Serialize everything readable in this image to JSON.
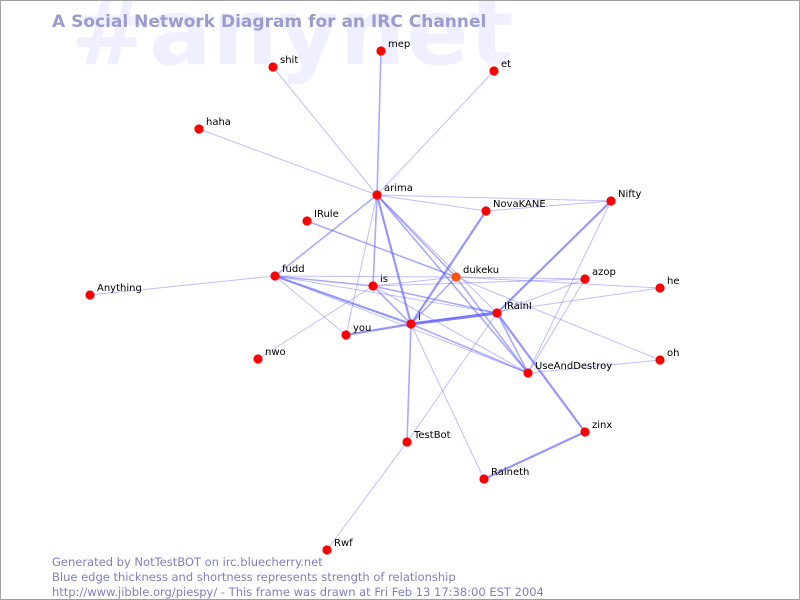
{
  "title": "A Social Network Diagram for an IRC Channel",
  "watermark": "#anynet",
  "footer": {
    "line1": "Generated by NotTestBOT on irc.bluecherry.net",
    "line2": "Blue edge thickness and shortness represents strength of relationship",
    "line3": "http://www.jibble.org/piespy/ - This frame was drawn at Fri Feb 13 17:38:00 EST 2004"
  },
  "colors": {
    "node": "#ff0000",
    "node_highlight": "#ff5500",
    "edge": "#5555ff",
    "title": "#9b9bcf",
    "watermark": "#efefff",
    "footer": "#7f7fbf"
  },
  "nodes": [
    {
      "id": "shit",
      "label": "shit"
    },
    {
      "id": "mep",
      "label": "mep"
    },
    {
      "id": "et",
      "label": "et"
    },
    {
      "id": "haha",
      "label": "haha"
    },
    {
      "id": "arima",
      "label": "arima"
    },
    {
      "id": "NovaKANE",
      "label": "NovaKANE"
    },
    {
      "id": "Nifty",
      "label": "Nifty"
    },
    {
      "id": "IRule",
      "label": "IRule"
    },
    {
      "id": "fudd",
      "label": "fudd"
    },
    {
      "id": "is",
      "label": "is"
    },
    {
      "id": "dukeku",
      "label": "dukeku",
      "highlight": true
    },
    {
      "id": "azop",
      "label": "azop"
    },
    {
      "id": "he",
      "label": "he"
    },
    {
      "id": "Anything",
      "label": "Anything"
    },
    {
      "id": "IRainI",
      "label": "IRainI"
    },
    {
      "id": "i",
      "label": "i"
    },
    {
      "id": "you",
      "label": "you"
    },
    {
      "id": "nwo",
      "label": "nwo"
    },
    {
      "id": "oh",
      "label": "oh"
    },
    {
      "id": "UseAndDestroy",
      "label": "UseAndDestroy"
    },
    {
      "id": "zinx",
      "label": "zinx"
    },
    {
      "id": "TestBot",
      "label": "TestBot"
    },
    {
      "id": "Raineth",
      "label": "Raineth"
    },
    {
      "id": "Rwf",
      "label": "Rwf"
    }
  ],
  "edges": [
    {
      "from": "arima",
      "to": "shit",
      "strength": 1
    },
    {
      "from": "arima",
      "to": "mep",
      "strength": 2
    },
    {
      "from": "arima",
      "to": "et",
      "strength": 1
    },
    {
      "from": "arima",
      "to": "haha",
      "strength": 1
    },
    {
      "from": "arima",
      "to": "NovaKANE",
      "strength": 1
    },
    {
      "from": "arima",
      "to": "Nifty",
      "strength": 1
    },
    {
      "from": "arima",
      "to": "fudd",
      "strength": 2
    },
    {
      "from": "arima",
      "to": "is",
      "strength": 2
    },
    {
      "from": "arima",
      "to": "dukeku",
      "strength": 2
    },
    {
      "from": "arima",
      "to": "i",
      "strength": 3
    },
    {
      "from": "arima",
      "to": "you",
      "strength": 1
    },
    {
      "from": "arima",
      "to": "UseAndDestroy",
      "strength": 2
    },
    {
      "from": "arima",
      "to": "IRainI",
      "strength": 1
    },
    {
      "from": "IRule",
      "to": "dukeku",
      "strength": 2
    },
    {
      "from": "fudd",
      "to": "is",
      "strength": 2
    },
    {
      "from": "fudd",
      "to": "dukeku",
      "strength": 1
    },
    {
      "from": "fudd",
      "to": "i",
      "strength": 3
    },
    {
      "from": "fudd",
      "to": "you",
      "strength": 1
    },
    {
      "from": "fudd",
      "to": "IRainI",
      "strength": 1
    },
    {
      "from": "fudd",
      "to": "UseAndDestroy",
      "strength": 1
    },
    {
      "from": "Anything",
      "to": "fudd",
      "strength": 1
    },
    {
      "from": "nwo",
      "to": "is",
      "strength": 1
    },
    {
      "from": "is",
      "to": "dukeku",
      "strength": 1
    },
    {
      "from": "is",
      "to": "azop",
      "strength": 1
    },
    {
      "from": "is",
      "to": "i",
      "strength": 2
    },
    {
      "from": "is",
      "to": "IRainI",
      "strength": 2
    },
    {
      "from": "is",
      "to": "UseAndDestroy",
      "strength": 1
    },
    {
      "from": "NovaKANE",
      "to": "i",
      "strength": 3
    },
    {
      "from": "NovaKANE",
      "to": "Nifty",
      "strength": 1
    },
    {
      "from": "dukeku",
      "to": "azop",
      "strength": 1
    },
    {
      "from": "dukeku",
      "to": "he",
      "strength": 1
    },
    {
      "from": "dukeku",
      "to": "i",
      "strength": 2
    },
    {
      "from": "dukeku",
      "to": "UseAndDestroy",
      "strength": 2
    },
    {
      "from": "dukeku",
      "to": "oh",
      "strength": 1
    },
    {
      "from": "Nifty",
      "to": "IRainI",
      "strength": 3
    },
    {
      "from": "Nifty",
      "to": "UseAndDestroy",
      "strength": 1
    },
    {
      "from": "IRainI",
      "to": "i",
      "strength": 4
    },
    {
      "from": "IRainI",
      "to": "zinx",
      "strength": 3
    },
    {
      "from": "IRainI",
      "to": "azop",
      "strength": 1
    },
    {
      "from": "IRainI",
      "to": "UseAndDestroy",
      "strength": 2
    },
    {
      "from": "IRainI",
      "to": "TestBot",
      "strength": 1
    },
    {
      "from": "i",
      "to": "you",
      "strength": 3
    },
    {
      "from": "i",
      "to": "TestBot",
      "strength": 2
    },
    {
      "from": "i",
      "to": "Raineth",
      "strength": 1
    },
    {
      "from": "i",
      "to": "UseAndDestroy",
      "strength": 2
    },
    {
      "from": "i",
      "to": "he",
      "strength": 1
    },
    {
      "from": "azop",
      "to": "UseAndDestroy",
      "strength": 1
    },
    {
      "from": "UseAndDestroy",
      "to": "oh",
      "strength": 1
    },
    {
      "from": "zinx",
      "to": "Raineth",
      "strength": 3
    },
    {
      "from": "TestBot",
      "to": "Rwf",
      "strength": 1
    }
  ]
}
